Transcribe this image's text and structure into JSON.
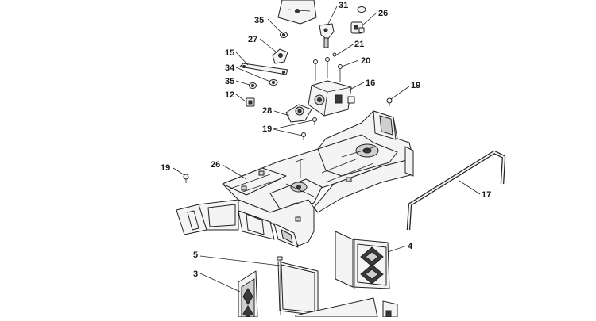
{
  "callouts": {
    "c1": "35",
    "c2": "31",
    "c3": "26",
    "c4": "27",
    "c5": "21",
    "c6": "20",
    "c7": "15",
    "c8": "34",
    "c9": "35",
    "c10": "16",
    "c11": "19",
    "c12": "12",
    "c13": "28",
    "c14": "19",
    "c15": "19",
    "c16": "26",
    "c17": "17",
    "c18": "4",
    "c19": "5",
    "c20": "3"
  }
}
